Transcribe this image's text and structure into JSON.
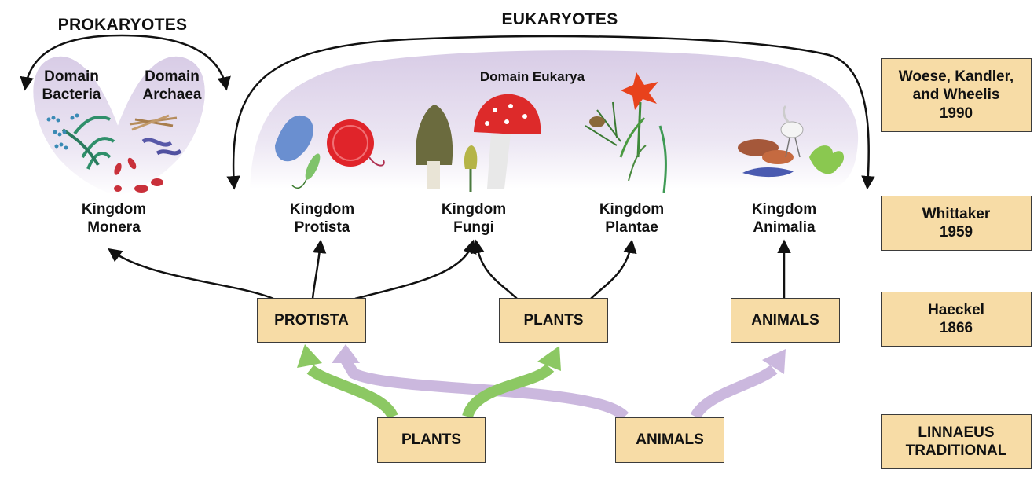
{
  "headers": {
    "prokaryotes": "PROKARYOTES",
    "eukaryotes": "EUKARYOTES"
  },
  "domains": {
    "bacteria": [
      "Domain",
      "Bacteria"
    ],
    "archaea": [
      "Domain",
      "Archaea"
    ],
    "eukarya": "Domain Eukarya"
  },
  "kingdoms": {
    "monera": [
      "Kingdom",
      "Monera"
    ],
    "protista": [
      "Kingdom",
      "Protista"
    ],
    "fungi": [
      "Kingdom",
      "Fungi"
    ],
    "plantae": [
      "Kingdom",
      "Plantae"
    ],
    "animalia": [
      "Kingdom",
      "Animalia"
    ]
  },
  "haeckel_boxes": {
    "protista": "PROTISTA",
    "plants": "PLANTS",
    "animals": "ANIMALS"
  },
  "linnaeus_boxes": {
    "plants": "PLANTS",
    "animals": "ANIMALS"
  },
  "systems": {
    "woese": [
      "Woese, Kandler,",
      "and Wheelis",
      "1990"
    ],
    "whittaker": [
      "Whittaker",
      "1959"
    ],
    "haeckel": [
      "Haeckel",
      "1866"
    ],
    "linnaeus": [
      "LINNAEUS",
      "TRADITIONAL"
    ]
  },
  "colors": {
    "box_fill": "#f7dca6",
    "domain_bubble": "#e4dcef",
    "green_arrow": "#8cc863",
    "purple_arrow": "#cbb8de"
  }
}
